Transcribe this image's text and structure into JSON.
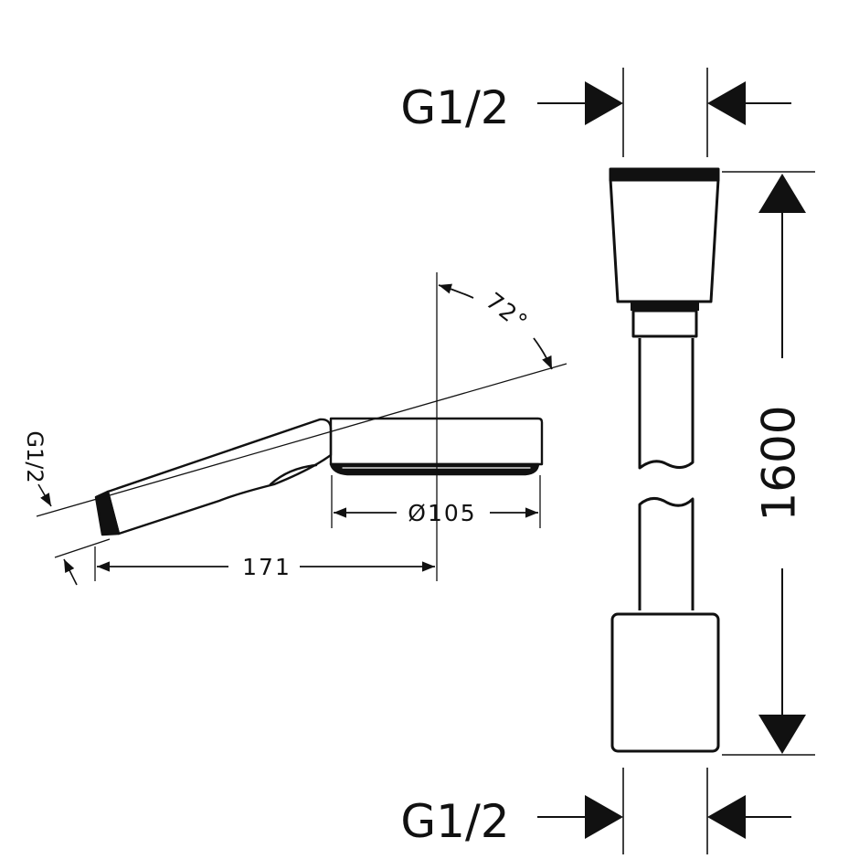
{
  "handshower": {
    "label_diameter": "Ø105",
    "label_length": "171",
    "label_angle": "72°",
    "label_thread": "G1/2"
  },
  "hose": {
    "label_thread_top": "G1/2",
    "label_thread_bottom": "G1/2",
    "label_length": "1600"
  }
}
